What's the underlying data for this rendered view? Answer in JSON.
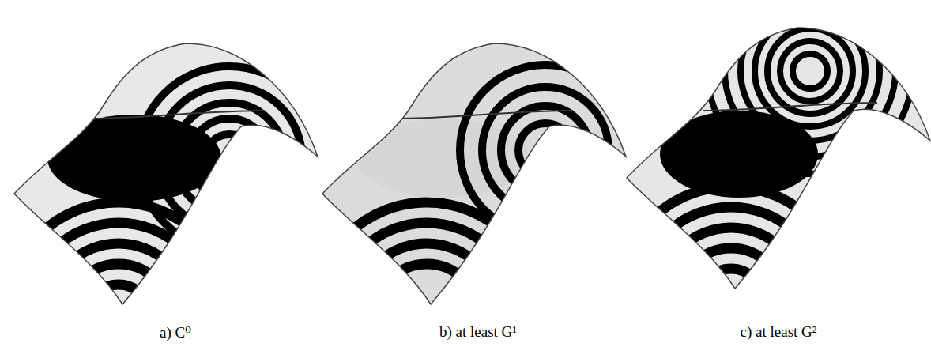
{
  "diagram": {
    "labels": [
      "a) C⁰",
      "b) at least G¹",
      "c) at least G²"
    ]
  }
}
